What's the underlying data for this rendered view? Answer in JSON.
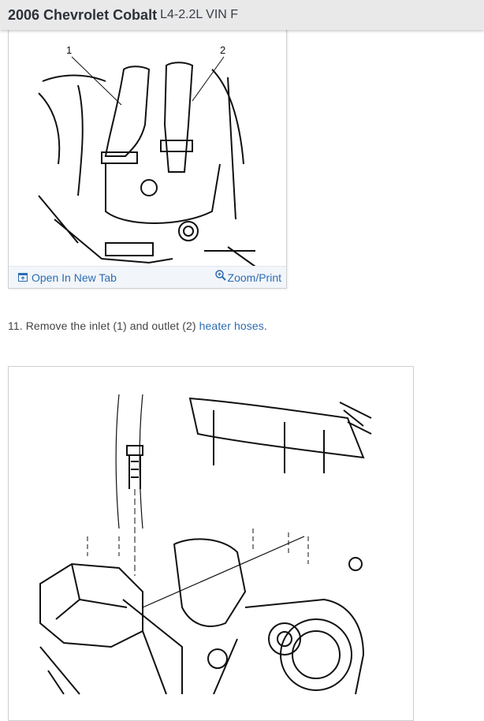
{
  "header": {
    "title": "2006 Chevrolet Cobalt",
    "subtitle": "L4-2.2L VIN F"
  },
  "figure1": {
    "callouts": [
      "1",
      "2"
    ],
    "footer": {
      "open_new_tab_label": "Open In New Tab",
      "open_new_tab_icon": "open-new-tab-icon",
      "zoom_print_label": "Zoom/Print",
      "zoom_print_icon": "zoom-in-icon"
    }
  },
  "step": {
    "number": "11.",
    "text_before": " Remove the inlet (1) and outlet (2) ",
    "link_text": "heater hoses",
    "text_after": "."
  },
  "colors": {
    "header_bg": "#e9e9ea",
    "link": "#2c6db3",
    "footer_bg": "#f2f5f9",
    "body_text": "#444444"
  }
}
